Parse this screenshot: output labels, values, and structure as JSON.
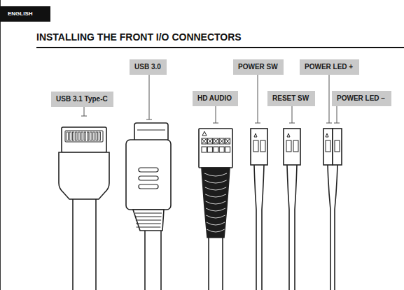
{
  "diagram": {
    "title": "INSTALLING THE FRONT I/O CONNECTORS",
    "nodes": [
      {
        "text": [
          "ENGLISH"
        ]
      },
      {
        "text": [
          "USB 3.1 Type-C"
        ]
      },
      {
        "text": [
          "USB 3.0"
        ]
      },
      {
        "text": [
          "HD AUDIO"
        ]
      },
      {
        "text": [
          "POWER SW"
        ]
      },
      {
        "text": [
          "RESET SW"
        ]
      },
      {
        "text": [
          "POWER LED +"
        ]
      },
      {
        "text": [
          "POWER LED −"
        ]
      }
    ]
  }
}
